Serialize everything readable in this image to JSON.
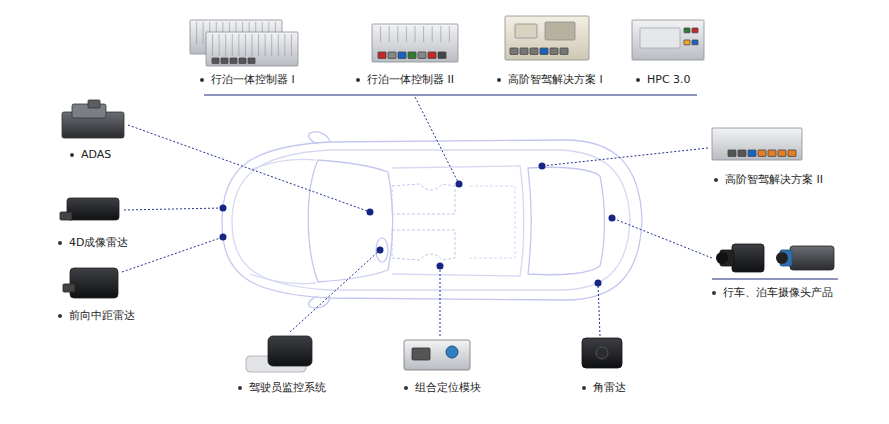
{
  "diagram": {
    "labels": [
      "行泊一体控制器 I",
      "行泊一体控制器 II",
      "高阶智驾解决方案 I",
      "HPC 3.0",
      "ADAS",
      "4D成像雷达",
      "前向中距雷达",
      "驾驶员监控系统",
      "组合定位模块",
      "角雷达",
      "高阶智驾解决方案 II",
      "行车、泊车摄像头产品"
    ]
  }
}
